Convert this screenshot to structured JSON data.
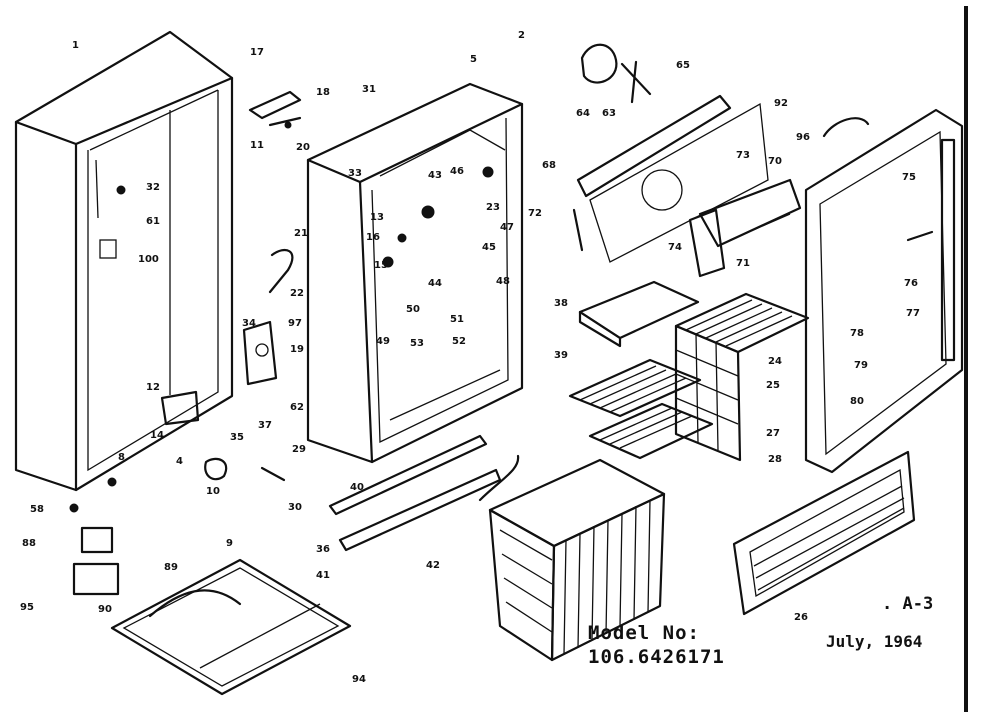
{
  "footer": {
    "model_label": "Model No:",
    "model_number": "106.6426171",
    "sheet_id": ". A-3",
    "date": "July, 1964"
  },
  "callouts": [
    "1",
    "17",
    "18",
    "11",
    "20",
    "32",
    "31",
    "100",
    "19",
    "21",
    "22",
    "34",
    "97",
    "12",
    "14",
    "35",
    "37",
    "2",
    "5",
    "4",
    "10",
    "29",
    "30",
    "40",
    "36",
    "41",
    "42",
    "9",
    "8",
    "33",
    "13",
    "16",
    "43",
    "44",
    "15",
    "23",
    "45",
    "46",
    "47",
    "48",
    "49",
    "50",
    "51",
    "52",
    "53",
    "38",
    "39",
    "58",
    "61",
    "62",
    "63",
    "64",
    "65",
    "68",
    "70",
    "71",
    "72",
    "73",
    "74",
    "75",
    "76",
    "77",
    "78",
    "79",
    "80",
    "24",
    "25",
    "26",
    "27",
    "28",
    "96",
    "88",
    "89",
    "90",
    "92",
    "94",
    "95"
  ]
}
